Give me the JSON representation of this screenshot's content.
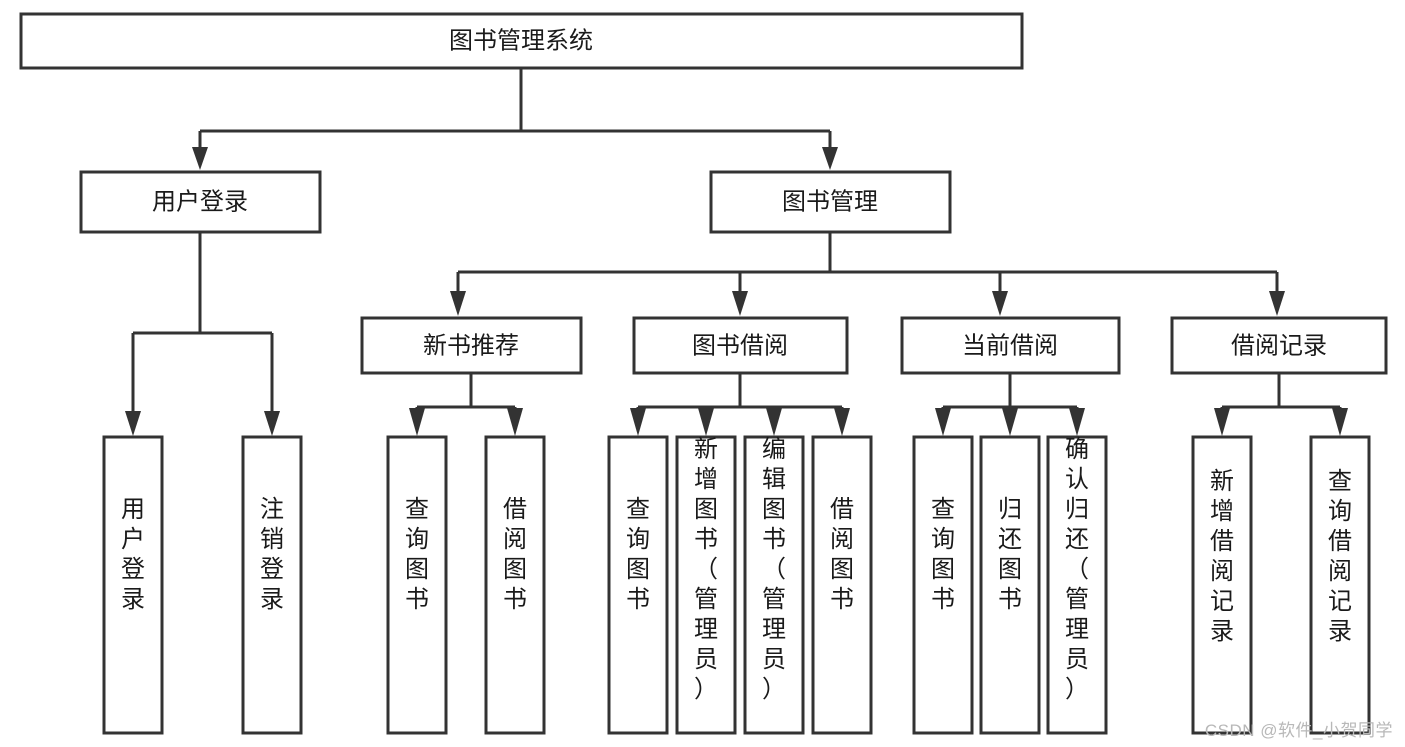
{
  "diagram": {
    "title": "图书管理系统",
    "type": "hierarchy-tree",
    "orientation": "top-down",
    "colors": {
      "box_stroke": "#333333",
      "box_fill": "#ffffff",
      "connector": "#333333",
      "text": "#1a1a1a",
      "background": "#ffffff",
      "watermark": "#b8b8b8"
    },
    "root": {
      "label": "图书管理系统"
    },
    "level2": [
      {
        "label": "用户登录"
      },
      {
        "label": "图书管理"
      }
    ],
    "level3": [
      {
        "label": "新书推荐"
      },
      {
        "label": "图书借阅"
      },
      {
        "label": "当前借阅"
      },
      {
        "label": "借阅记录"
      }
    ],
    "leaves": {
      "user_login": [
        {
          "label": "用户登录"
        },
        {
          "label": "注销登录"
        }
      ],
      "new_book_recommend": [
        {
          "label": "查询图书"
        },
        {
          "label": "借阅图书"
        }
      ],
      "book_borrow": [
        {
          "label": "查询图书"
        },
        {
          "label": "新增图书（管理员）"
        },
        {
          "label": "编辑图书（管理员）"
        },
        {
          "label": "借阅图书"
        }
      ],
      "current_borrow": [
        {
          "label": "查询图书"
        },
        {
          "label": "归还图书"
        },
        {
          "label": "确认归还（管理员）"
        }
      ],
      "borrow_record": [
        {
          "label": "新增借阅记录"
        },
        {
          "label": "查询借阅记录"
        }
      ]
    }
  },
  "watermark": {
    "text": "CSDN @软件_小贺同学"
  }
}
